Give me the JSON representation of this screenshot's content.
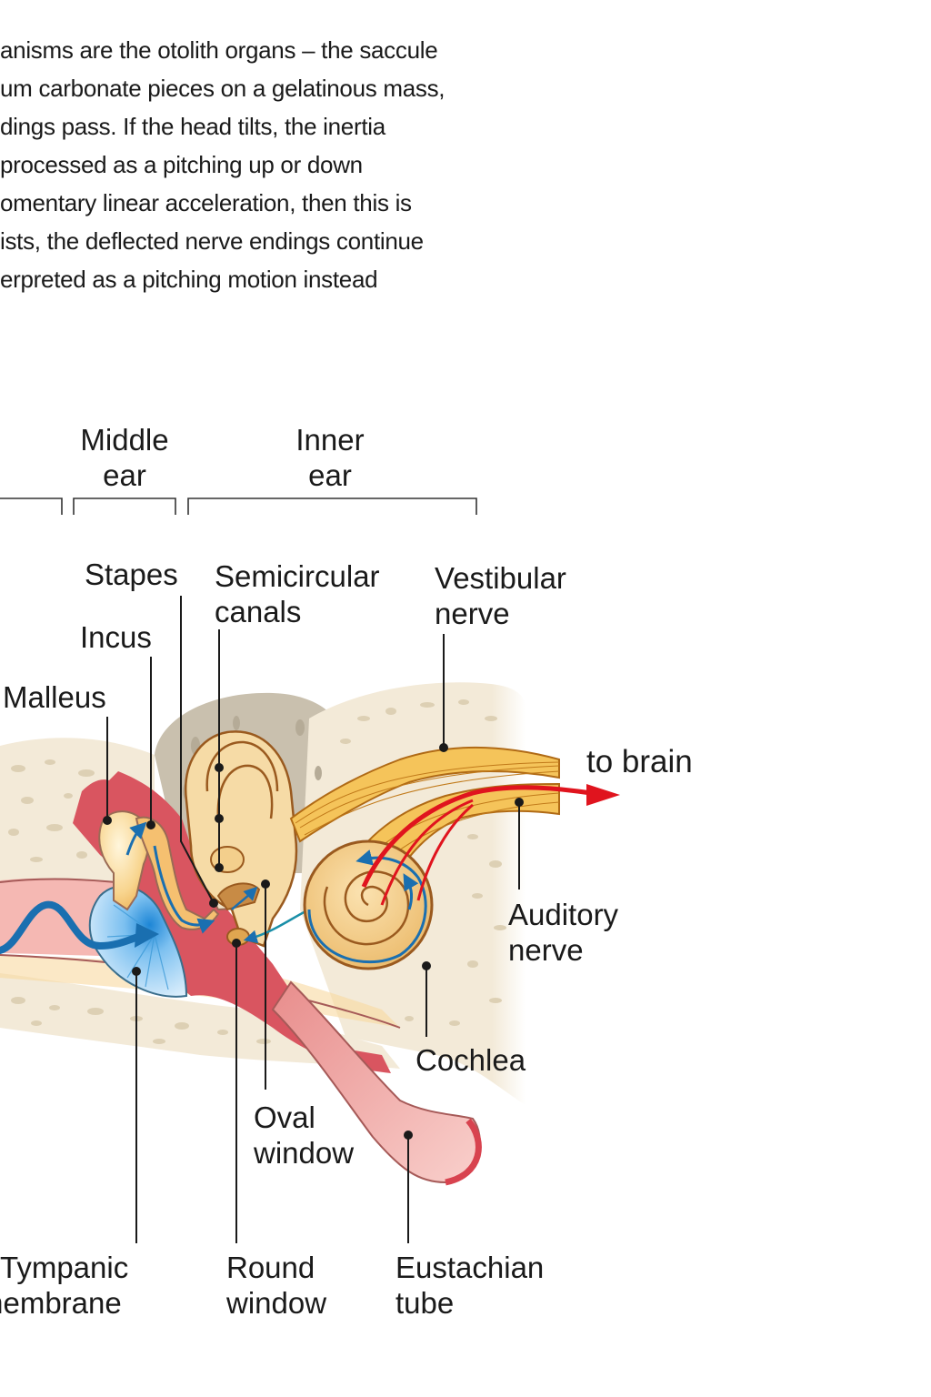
{
  "paragraph": {
    "lines": [
      "anisms are the otolith organs – the saccule",
      "um carbonate pieces on a gelatinous mass,",
      "dings pass. If the head tilts, the inertia",
      " processed as a pitching up or down",
      "omentary linear acceleration, then this is",
      "ists, the deflected nerve endings continue",
      "erpreted as a pitching motion instead"
    ]
  },
  "regions": {
    "middle_ear": [
      "Middle",
      "ear"
    ],
    "inner_ear": [
      "Inner",
      "ear"
    ]
  },
  "labels": {
    "stapes": [
      "Stapes"
    ],
    "semicircular_canals": [
      "Semicircular",
      "canals"
    ],
    "vestibular_nerve": [
      "Vestibular",
      "nerve"
    ],
    "incus": [
      "Incus"
    ],
    "malleus": [
      "Malleus"
    ],
    "to_brain": [
      "to brain"
    ],
    "auditory_nerve": [
      "Auditory",
      "nerve"
    ],
    "cochlea": [
      "Cochlea"
    ],
    "oval_window": [
      "Oval",
      "window"
    ],
    "tympanic_membrane": [
      "Tympanic",
      "membrane"
    ],
    "round_window": [
      "Round",
      "window"
    ],
    "eustachian_tube": [
      "Eustachian",
      "tube"
    ]
  },
  "colors": {
    "bone": "#f3ead8",
    "bone_spot": "#ddd0b4",
    "grey_bone": "#c9c0ae",
    "canal_pink": "#f2a9a5",
    "cavity_red": "#d95560",
    "ossicle": "#f6d08a",
    "ossicle_outline": "#9a5a1f",
    "eardrum": "#8fc8ef",
    "sound_wave": "#1a6fb0",
    "nerve": "#e9a830",
    "signal_red": "#e0141e",
    "leader": "#1a1a1a"
  }
}
